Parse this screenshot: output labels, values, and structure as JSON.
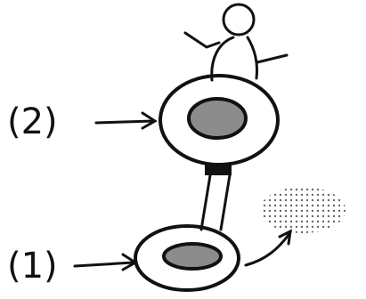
{
  "diagram": {
    "labels": [
      {
        "id": "upper",
        "text": "(2)"
      },
      {
        "id": "lower",
        "text": "(1)"
      }
    ],
    "colors": {
      "ink": "#111111",
      "nucleus_fill": "#8c8c8c",
      "background": "#ffffff"
    }
  }
}
